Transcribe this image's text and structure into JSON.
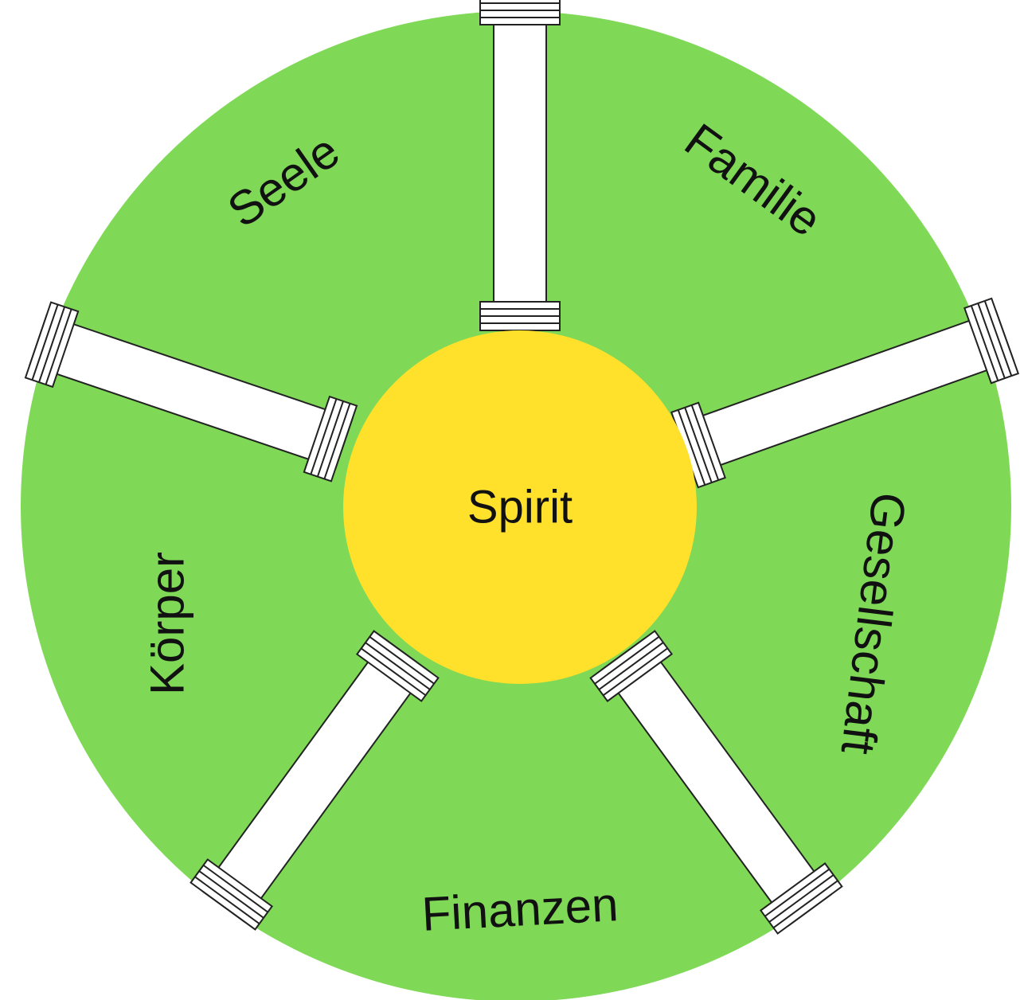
{
  "center": {
    "label": "Spirit",
    "color": "#ffe02a"
  },
  "wheel": {
    "color": "#7fd957"
  },
  "pillar": {
    "fill": "#ffffff",
    "stroke": "#222222"
  },
  "sectors": [
    {
      "label": "Seele"
    },
    {
      "label": "Familie"
    },
    {
      "label": "Gesellschaft"
    },
    {
      "label": "Finanzen"
    },
    {
      "label": "Körper"
    }
  ]
}
